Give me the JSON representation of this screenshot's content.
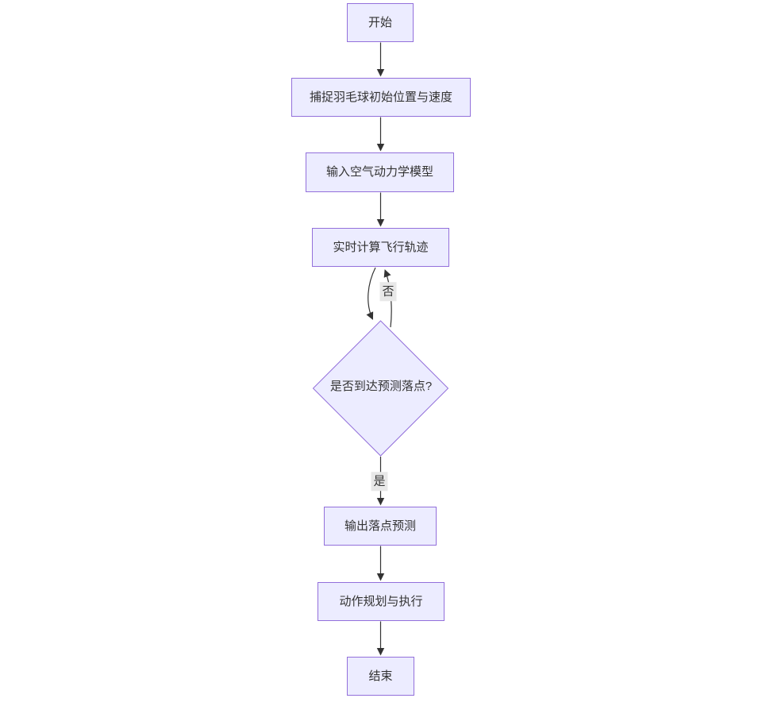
{
  "diagram": {
    "type": "flowchart",
    "direction": "top-down",
    "colors": {
      "node_fill": "#ECECFF",
      "node_border": "#9370DB",
      "edge_stroke": "#333333",
      "text": "#333333",
      "edge_label_bg": "#e8e8e8"
    },
    "nodes": [
      {
        "id": "start",
        "shape": "rectangle",
        "label": "开始"
      },
      {
        "id": "capture-initial",
        "shape": "rectangle",
        "label": "捕捉羽毛球初始位置与速度"
      },
      {
        "id": "aero-model",
        "shape": "rectangle",
        "label": "输入空气动力学模型"
      },
      {
        "id": "compute-trajectory",
        "shape": "rectangle",
        "label": "实时计算飞行轨迹"
      },
      {
        "id": "decision-landing",
        "shape": "diamond",
        "label": "是否到达预测落点?"
      },
      {
        "id": "output-prediction",
        "shape": "rectangle",
        "label": "输出落点预测"
      },
      {
        "id": "action-planning",
        "shape": "rectangle",
        "label": "动作规划与执行"
      },
      {
        "id": "end",
        "shape": "rectangle",
        "label": "结束"
      }
    ],
    "edges": [
      {
        "from": "start",
        "to": "capture-initial",
        "label": ""
      },
      {
        "from": "capture-initial",
        "to": "aero-model",
        "label": ""
      },
      {
        "from": "aero-model",
        "to": "compute-trajectory",
        "label": ""
      },
      {
        "from": "compute-trajectory",
        "to": "decision-landing",
        "label": ""
      },
      {
        "from": "decision-landing",
        "to": "compute-trajectory",
        "label": "否"
      },
      {
        "from": "decision-landing",
        "to": "output-prediction",
        "label": "是"
      },
      {
        "from": "output-prediction",
        "to": "action-planning",
        "label": ""
      },
      {
        "from": "action-planning",
        "to": "end",
        "label": ""
      }
    ]
  }
}
